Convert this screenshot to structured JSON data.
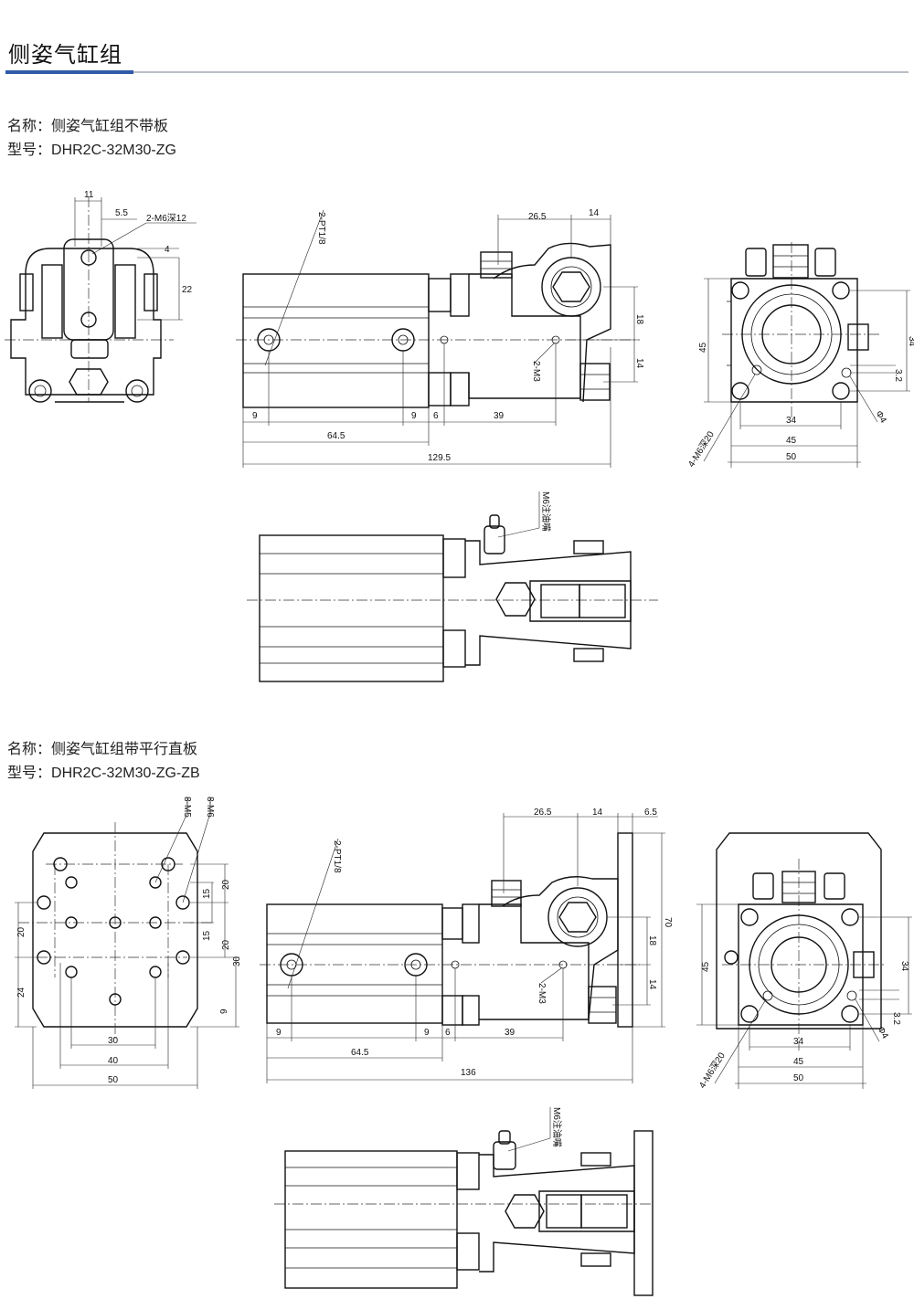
{
  "header": {
    "title": "侧姿气缸组"
  },
  "product_a": {
    "name_label": "名称：",
    "name": "侧姿气缸组不带板",
    "model_label": "型号：",
    "model": "DHR2C-32M30-ZG",
    "side_view_dims": {
      "w11": "11",
      "w5_5": "5.5",
      "thread": "2-M6深12",
      "h4": "4",
      "h22": "22"
    },
    "main_view_dims": {
      "port": "2-PT1/8",
      "d26_5": "26.5",
      "d14_top": "14",
      "d18": "18",
      "d14_right": "14",
      "m3": "2-M3",
      "d9a": "9",
      "d9b": "9",
      "d6": "6",
      "d39": "39",
      "d64_5": "64.5",
      "d129_5": "129.5"
    },
    "end_view_dims": {
      "d45": "45",
      "d34_v": "34",
      "d3_2": "3.2",
      "phi4": "Φ4",
      "d34_h": "34",
      "d45_h": "45",
      "d50_h": "50",
      "holes": "4-M6深20"
    },
    "top_view_dims": {
      "grease": "M6注油嘴"
    }
  },
  "product_b": {
    "name_label": "名称：",
    "name": "侧姿气缸组带平行直板",
    "model_label": "型号：",
    "model": "DHR2C-32M30-ZG-ZB",
    "plate_view_dims": {
      "m5": "8-M5",
      "m6": "8-M6",
      "d20a": "20",
      "d15a": "15",
      "d15b": "15",
      "d20b": "20",
      "d30": "30",
      "d9": "9",
      "d20_l": "20",
      "d24_l": "24",
      "d30_b": "30",
      "d40_b": "40",
      "d50_b": "50"
    },
    "main_view_dims": {
      "port": "2-PT1/8",
      "d26_5": "26.5",
      "d14_top": "14",
      "d6_5": "6.5",
      "d70": "70",
      "d18": "18",
      "d14_right": "14",
      "m3": "2-M3",
      "d9a": "9",
      "d9b": "9",
      "d6": "6",
      "d39": "39",
      "d64_5": "64.5",
      "d136": "136"
    },
    "end_view_dims": {
      "d45": "45",
      "d34_v": "34",
      "d3_2": "3.2",
      "phi4": "Φ4",
      "d34_h": "34",
      "d45_h": "45",
      "d50_h": "50",
      "holes": "4-M6深20"
    },
    "top_view_dims": {
      "grease": "M6注油嘴"
    }
  }
}
